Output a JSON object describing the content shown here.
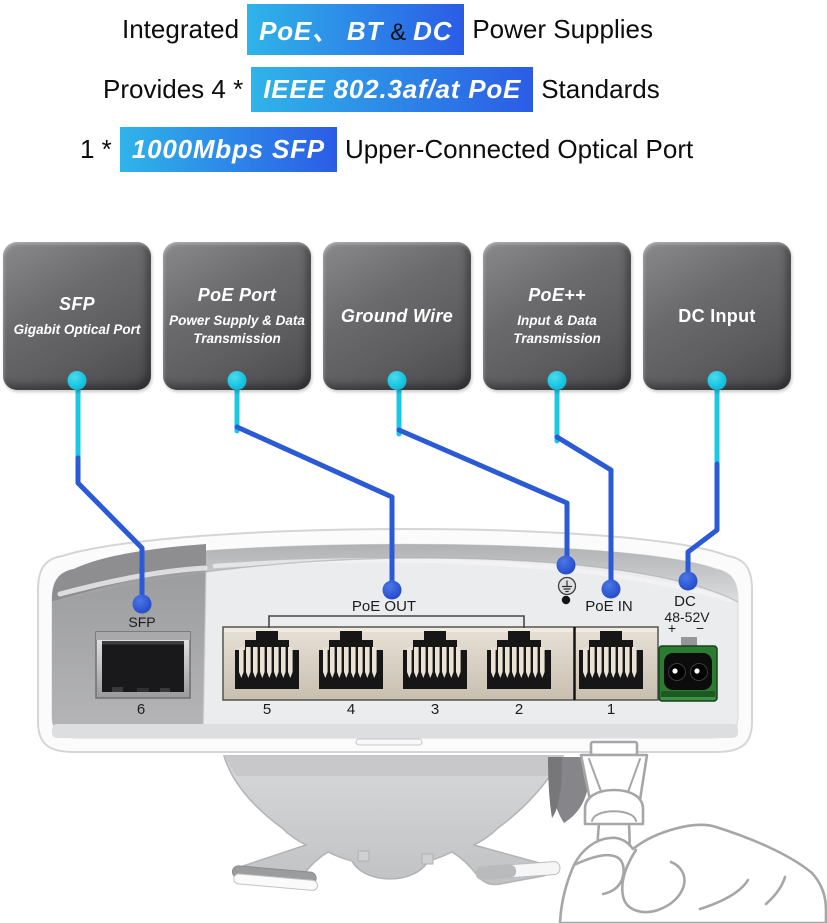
{
  "headlines": {
    "line1": {
      "prefix": "Integrated",
      "highlight_a": "PoE、 BT",
      "amp": "&",
      "highlight_b": "DC",
      "suffix": "Power Supplies"
    },
    "line2": {
      "prefix": "Provides 4 *",
      "highlight": "IEEE 802.3af/at PoE",
      "suffix": "Standards"
    },
    "line3": {
      "prefix": "1 *",
      "highlight": "1000Mbps SFP",
      "suffix": "Upper-Connected Optical Port"
    }
  },
  "callouts": [
    {
      "title": "SFP",
      "subtitle": "Gigabit Optical Port"
    },
    {
      "title": "PoE Port",
      "subtitle": "Power Supply & Data Transmission"
    },
    {
      "title": "Ground Wire",
      "subtitle": ""
    },
    {
      "title": "PoE++",
      "subtitle": "Input & Data Transmission"
    },
    {
      "title": "DC Input",
      "subtitle": ""
    }
  ],
  "device": {
    "sfp_label": "SFP",
    "port6_label": "6",
    "poe_out_label": "PoE OUT",
    "port_numbers": [
      "5",
      "4",
      "3",
      "2",
      "1"
    ],
    "poe_in_label": "PoE IN",
    "dc_label": "DC",
    "dc_voltage_label": "48-52V",
    "plus_label": "+",
    "minus_label": "−"
  },
  "colors": {
    "highlight_gradient_start": "#2fb4e9",
    "highlight_gradient_end": "#2b5ce6",
    "connector_cyan": "#1bc8e4",
    "connector_blue": "#2a5ad6",
    "callout_gray": "#636366",
    "terminal_green": "#2b7c31",
    "port_plate_beige": "#d8d0c2"
  }
}
